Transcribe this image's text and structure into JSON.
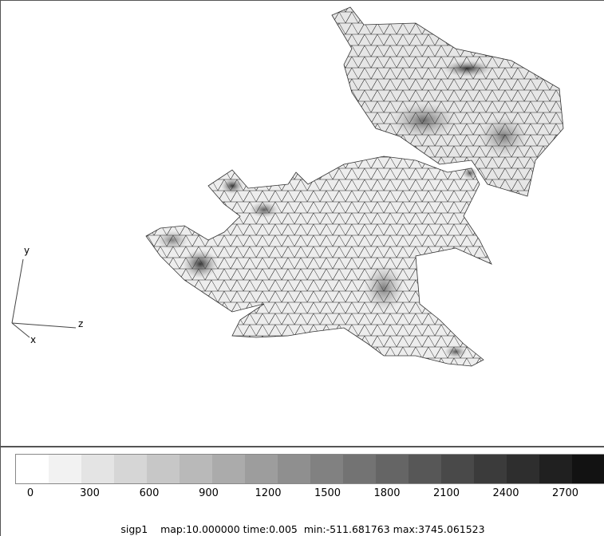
{
  "viewport": {
    "axis_labels": {
      "y": "y",
      "z": "z",
      "x": "x"
    }
  },
  "legend": {
    "swatch_colors": [
      "#ffffff",
      "#f2f2f2",
      "#e4e4e4",
      "#d6d6d6",
      "#c7c7c7",
      "#b9b9b9",
      "#ababab",
      "#9d9d9d",
      "#8f8f8f",
      "#818181",
      "#737373",
      "#656565",
      "#575757",
      "#494949",
      "#3b3b3b",
      "#2e2e2e",
      "#202020",
      "#121212"
    ],
    "ticks": [
      "0",
      "300",
      "600",
      "900",
      "1200",
      "1500",
      "1800",
      "2100",
      "2400",
      "2700"
    ]
  },
  "status": {
    "text": "sigp1    map:10.000000 time:0.005  min:-511.681763 max:3745.061523"
  }
}
